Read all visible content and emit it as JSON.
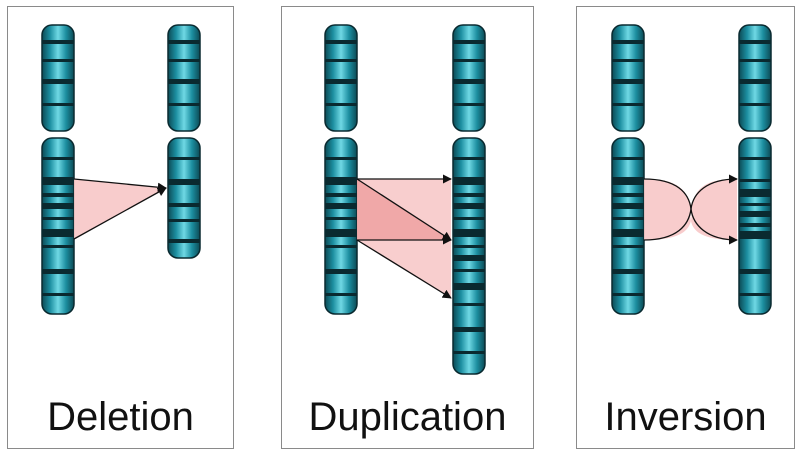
{
  "panels": [
    {
      "id": "deletion",
      "label": "Deletion"
    },
    {
      "id": "duplication",
      "label": "Duplication"
    },
    {
      "id": "inversion",
      "label": "Inversion"
    }
  ],
  "colors": {
    "chromosome_dark": "#0c4a55",
    "chromosome_mid": "#1c8ea0",
    "chromosome_light": "#5fd0de",
    "band": "#0a2a30",
    "highlight_pink": "#f7c6c6",
    "highlight_pink_dark": "#ee9f9f",
    "arrow": "#111111",
    "border": "#8a8a8a"
  }
}
